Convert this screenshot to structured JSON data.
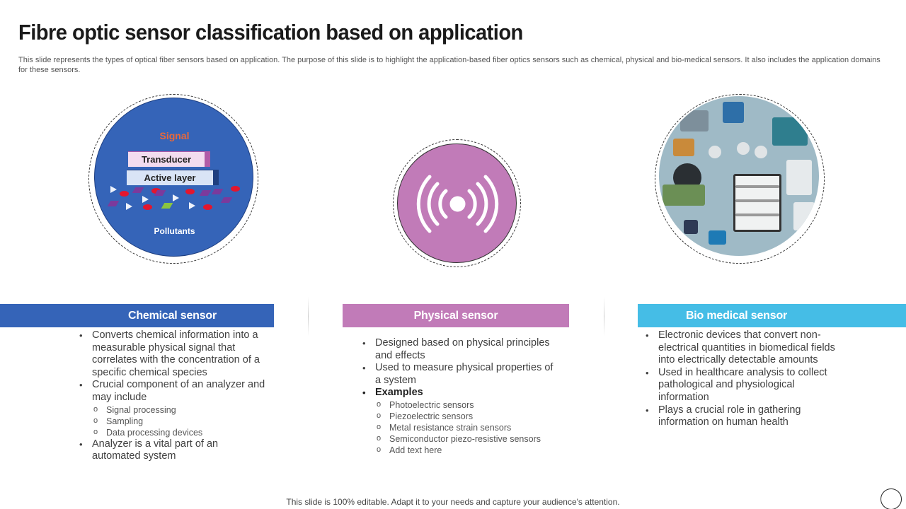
{
  "title": "Fibre optic sensor classification based on application",
  "subtitle": "This slide represents the types of optical fiber sensors based on application. The purpose of this slide is to highlight the application-based fiber optics sensors such as chemical, physical and bio-medical sensors. It also includes the application domains for these sensors.",
  "chemical": {
    "diagram": {
      "signal": "Signal",
      "transducer": "Transducer",
      "active_layer": "Active layer",
      "pollutants": "Pollutants"
    },
    "header": "Chemical sensor",
    "bullets": [
      "Converts chemical information into a measurable physical signal that correlates with the concentration of a specific chemical species",
      "Crucial component of an analyzer and may include"
    ],
    "sub_items": [
      "Signal processing",
      "Sampling",
      "Data processing devices"
    ],
    "last_bullet": "Analyzer is a vital part of an automated system"
  },
  "physical": {
    "icon": "wireless-signal-icon",
    "header": "Physical sensor",
    "bullets": [
      "Designed based on physical principles and effects",
      "Used to measure physical properties of a system",
      "Examples"
    ],
    "sub_items": [
      "Photoelectric sensors",
      "Piezoelectric sensors",
      "Metal resistance strain sensors",
      "Semiconductor piezo-resistive sensors",
      "Add text here"
    ]
  },
  "biomedical": {
    "header": "Bio medical sensor",
    "bullets": [
      "Electronic devices that convert non-electrical quantities in biomedical fields into electrically detectable amounts",
      "Used in healthcare analysis to collect pathological and physiological information",
      "Plays a crucial role in gathering information on human health"
    ]
  },
  "footer": "This slide is 100% editable. Adapt it to your needs and capture your audience's attention.",
  "colors": {
    "chemical": "#3564b8",
    "physical": "#c17bb8",
    "biomedical": "#45bde6",
    "signal_text": "#e8683a"
  }
}
